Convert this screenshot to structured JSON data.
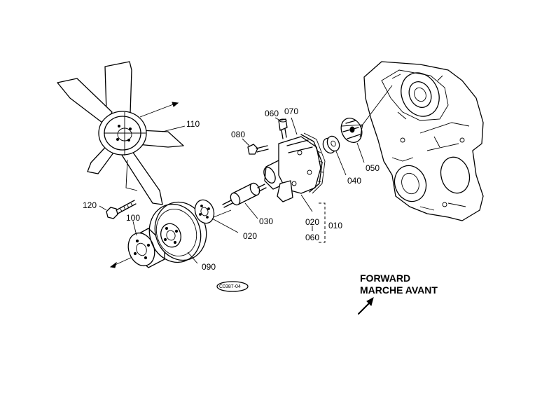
{
  "callouts": {
    "fan": "110",
    "bolt_fan": "120",
    "spacer": "100",
    "pulley": "090",
    "flange": "020",
    "shaft_bearing": "030",
    "pump_body": "020",
    "assembly": "010",
    "plug": "060",
    "plug_bracket": "060",
    "gasket": "070",
    "bolt_body": "080",
    "seal": "040",
    "impeller": "050"
  },
  "direction": {
    "line1": "FORWARD",
    "line2": "MARCHE AVANT"
  },
  "figure_code": "C0387-04",
  "colors": {
    "ink": "#000000",
    "paper": "#ffffff"
  }
}
